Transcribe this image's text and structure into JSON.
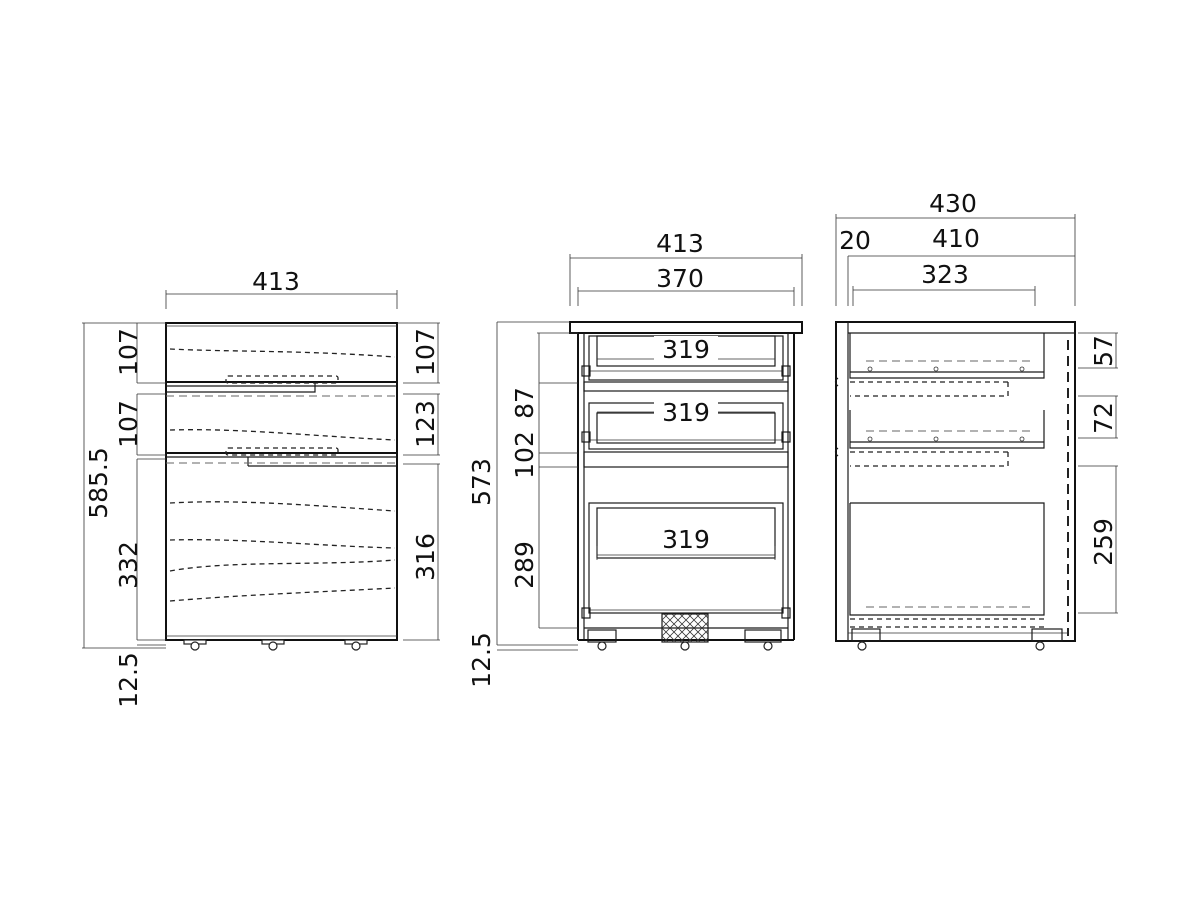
{
  "views": {
    "front": {
      "width": "413",
      "left_heights": [
        "107",
        "107",
        "332"
      ],
      "overall_height": "585.5",
      "caster_height": "12.5",
      "right_heights": [
        "107",
        "123",
        "316"
      ]
    },
    "inner": {
      "outer_width": "413",
      "inner_width": "370",
      "drawer_widths": [
        "319",
        "319",
        "319"
      ],
      "overall_height": "573",
      "heights": [
        "87",
        "102",
        "289"
      ],
      "caster_height": "12.5"
    },
    "side": {
      "overall_depth": "430",
      "front_thickness": "20",
      "body_depth": "410",
      "rail_length": "323",
      "right_heights": [
        "57",
        "72",
        "259"
      ]
    }
  }
}
